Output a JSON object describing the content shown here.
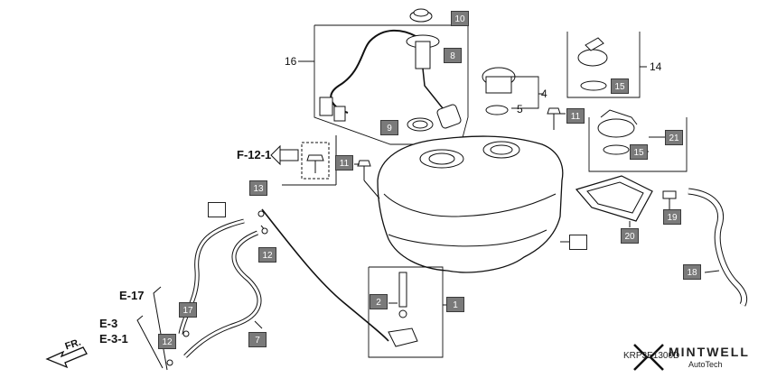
{
  "diagram": {
    "part_callouts": [
      {
        "id": "c10",
        "label": "10"
      },
      {
        "id": "c8",
        "label": "8"
      },
      {
        "id": "c9",
        "label": "9"
      },
      {
        "id": "c11a",
        "label": "11"
      },
      {
        "id": "c11b",
        "label": "11"
      },
      {
        "id": "c13",
        "label": "13"
      },
      {
        "id": "c12a",
        "label": "12"
      },
      {
        "id": "c7",
        "label": "7"
      },
      {
        "id": "c17",
        "label": "17"
      },
      {
        "id": "c12b",
        "label": "12"
      },
      {
        "id": "c2",
        "label": "2"
      },
      {
        "id": "c1",
        "label": "1"
      },
      {
        "id": "c15a",
        "label": "15"
      },
      {
        "id": "c21",
        "label": "21"
      },
      {
        "id": "c15b",
        "label": "15"
      },
      {
        "id": "c20",
        "label": "20"
      },
      {
        "id": "c19",
        "label": "19"
      },
      {
        "id": "c18",
        "label": "18"
      }
    ],
    "plain_labels": {
      "n16": "16",
      "n4": "4",
      "n5": "5",
      "n14": "14"
    },
    "references": {
      "f12": "F-12-1",
      "e17": "E-17",
      "e3": "E-3",
      "e31": "E-3-1",
      "fr": "FR."
    },
    "footer": {
      "code": "KRP3E1300D",
      "brand": "MINTWELL",
      "brand_sub": "AutoTech"
    }
  }
}
